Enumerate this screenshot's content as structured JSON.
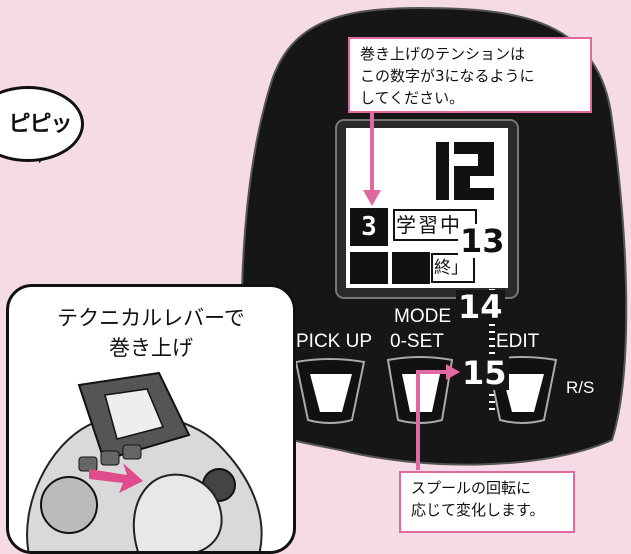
{
  "bubble": {
    "text": "ピピッ"
  },
  "inset": {
    "line1": "テクニカルレバーで",
    "line2": "巻き上げ"
  },
  "panel": {
    "mode_label": "MODE",
    "pick_up_label": "PICK UP",
    "oset_label": "0-SET",
    "edit_label": "EDIT",
    "rs_label": "R/S"
  },
  "lcd": {
    "depth_value": "12",
    "tension_value": "3",
    "learning_label": "学習中",
    "end_label": "終」",
    "counter_values": [
      "13",
      "14",
      "15"
    ]
  },
  "callouts": {
    "top_line1": "巻き上げのテンションは",
    "top_line2": "この数字が3になるように",
    "top_line3": "してください。",
    "bottom_line1": "スプールの回転に",
    "bottom_line2": "応じて変化します。"
  },
  "colors": {
    "background": "#f5dbe6",
    "accent": "#e06aa0",
    "panel": "#161616"
  }
}
